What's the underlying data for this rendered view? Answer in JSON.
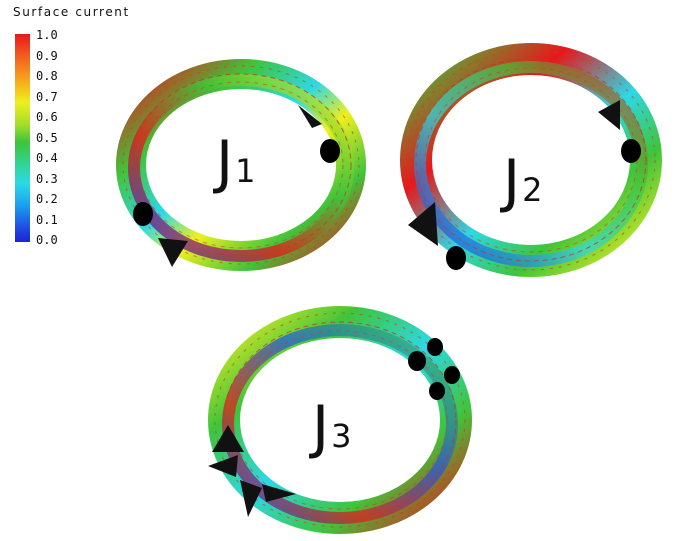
{
  "legend": {
    "title": "Surface current",
    "ticks": [
      "1.0",
      "0.9",
      "0.8",
      "0.7",
      "0.6",
      "0.5",
      "0.4",
      "0.3",
      "0.2",
      "0.1",
      "0.0"
    ],
    "colors": [
      "#1b22d6",
      "#1f55e6",
      "#2cd9e6",
      "#3fc43a",
      "#eef01f",
      "#f7a51b",
      "#e8171a"
    ]
  },
  "rings": [
    {
      "label_main": "J",
      "label_sub": "1"
    },
    {
      "label_main": "J",
      "label_sub": "2"
    },
    {
      "label_main": "J",
      "label_sub": "3"
    }
  ],
  "markers": {
    "dot_color": "#000000",
    "arrow_color": "#111111"
  }
}
